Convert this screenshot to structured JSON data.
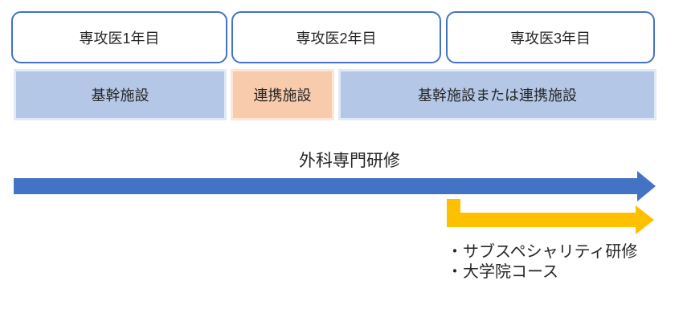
{
  "timeline": {
    "years": [
      {
        "label": "専攻医1年目"
      },
      {
        "label": "専攻医2年目"
      },
      {
        "label": "専攻医3年目"
      }
    ],
    "facilities": [
      {
        "label": "基幹施設",
        "type": "base"
      },
      {
        "label": "連携施設",
        "type": "partner"
      },
      {
        "label": "基幹施設または連携施設",
        "type": "base"
      }
    ]
  },
  "training": {
    "main_arrow_label": "外科専門研修",
    "sub_items": [
      "・サブスペシャリティ研修",
      "・大学院コース"
    ]
  },
  "colors": {
    "accent_blue": "#4472C4",
    "light_blue_fill": "#B4C7E7",
    "light_blue_rim": "#E2EAF7",
    "peach_fill": "#F8CBAD",
    "peach_rim": "#FBE6D7",
    "yellow": "#FFC000",
    "text": "#262626"
  }
}
